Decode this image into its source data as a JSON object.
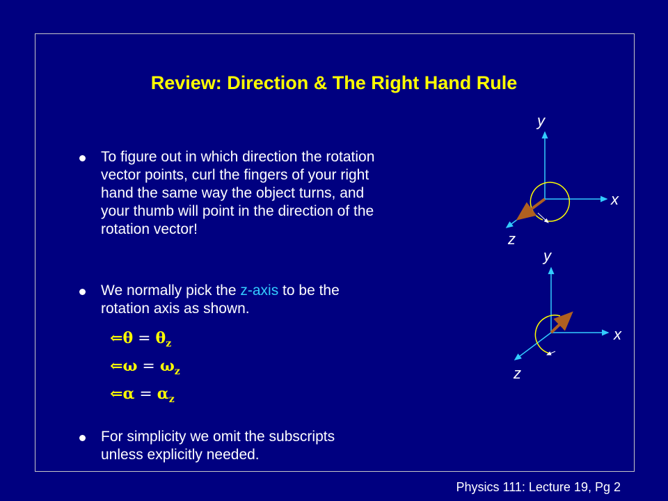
{
  "title": "Review: Direction & The Right Hand Rule",
  "bullets": [
    {
      "lines": [
        "To figure out in which direction the rotation",
        "vector points, curl the fingers of your right",
        "hand the same way the object turns, and",
        "your thumb will point in the direction of the",
        "rotation vector!"
      ]
    },
    {
      "line1_pre": "We normally pick the ",
      "line1_em": "z-axis",
      "line1_post": " to be the",
      "line2": "rotation axis as shown."
    },
    {
      "lines": [
        "For simplicity we omit the subscripts",
        "unless explicitly needed."
      ]
    }
  ],
  "equations": [
    {
      "arrow": "⇐",
      "symbol": "θ",
      "equals": " = ",
      "rhs": "θ",
      "subscript": "z"
    },
    {
      "arrow": "⇐",
      "symbol": "ω",
      "equals": " = ",
      "rhs": "ω",
      "subscript": "z"
    },
    {
      "arrow": "⇐",
      "symbol": "α",
      "equals": " = ",
      "rhs": "α",
      "subscript": "z"
    }
  ],
  "diagrams": [
    {
      "x_label": "x",
      "y_label": "y",
      "z_label": "z"
    },
    {
      "x_label": "x",
      "y_label": "y",
      "z_label": "z"
    }
  ],
  "footer": "Physics 111: Lecture 19, Pg 2",
  "colors": {
    "background": "#000080",
    "title": "#ffff00",
    "axis": "#33ccff",
    "vector": "#b06020",
    "arc": "#ffff00"
  }
}
